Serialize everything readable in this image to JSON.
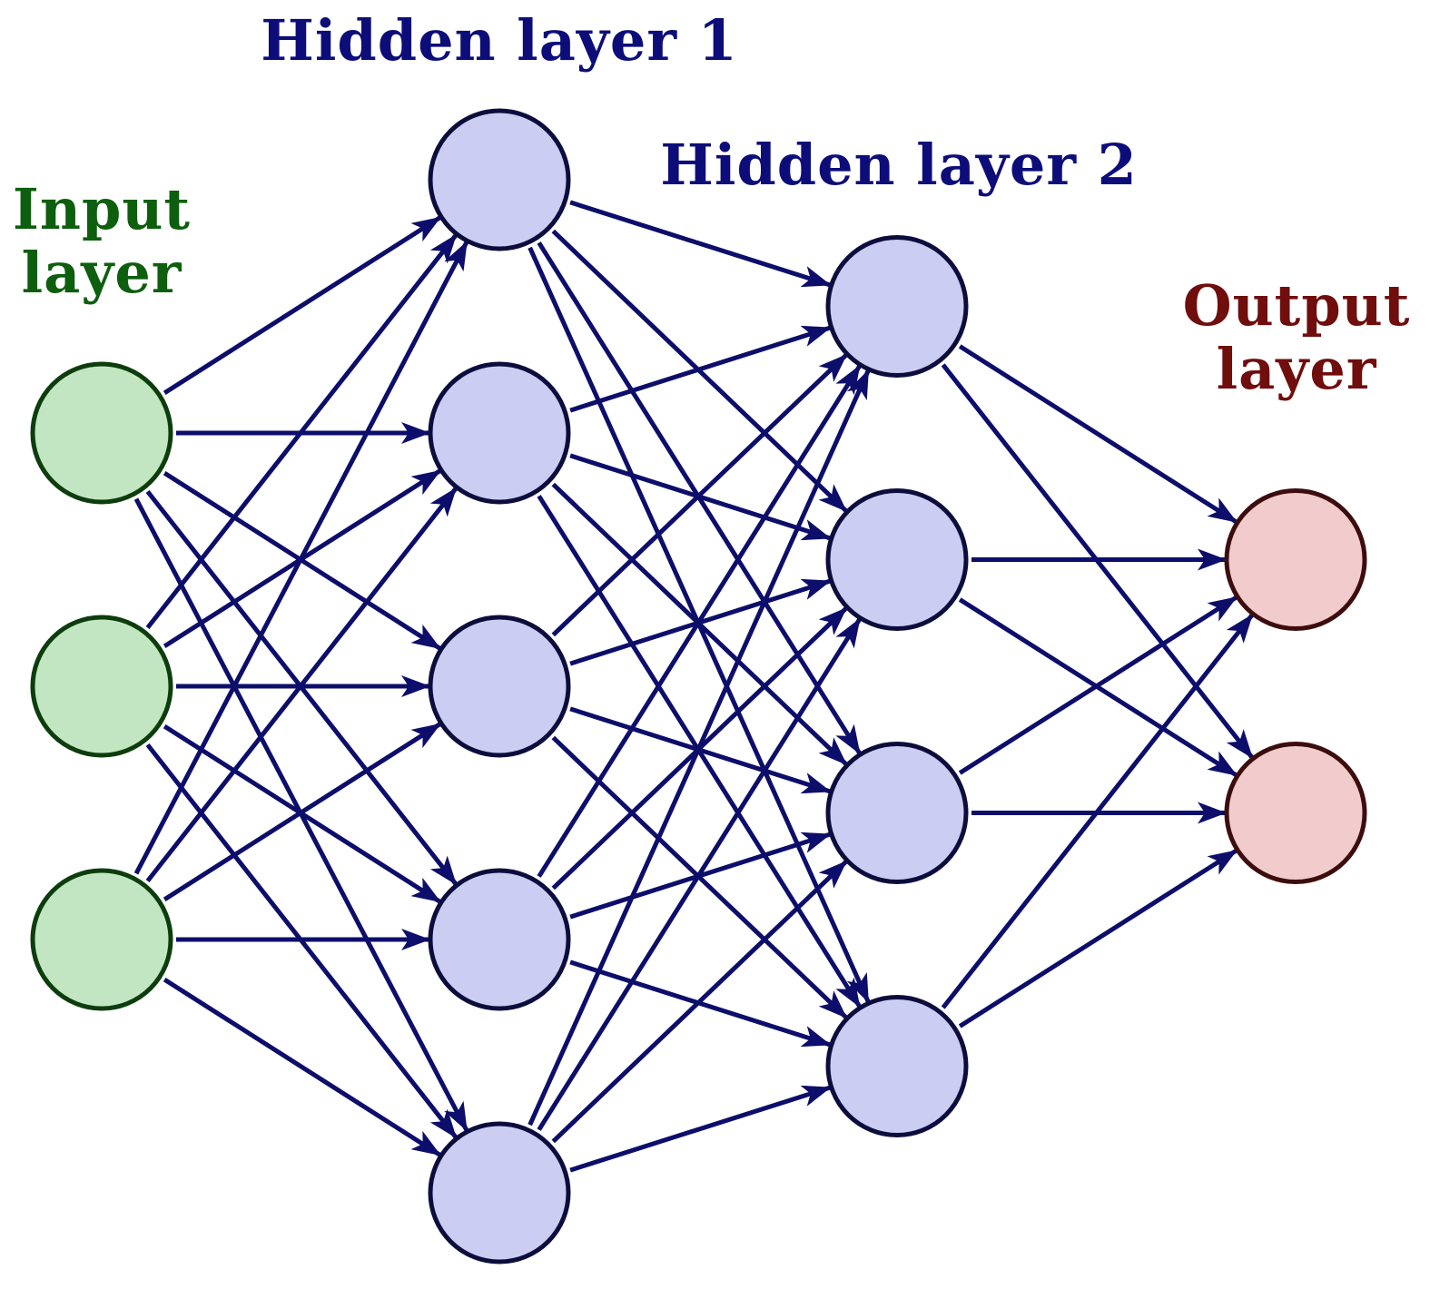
{
  "labels": {
    "input_line1": "Input",
    "input_line2": "layer",
    "hidden1": "Hidden layer 1",
    "hidden2": "Hidden layer 2",
    "output_line1": "Output",
    "output_line2": "layer"
  },
  "colors": {
    "edge": "#0d0d6b",
    "input_fill": "#c2e6c2",
    "input_stroke": "#0d3d0d",
    "hidden_fill": "#cccdf2",
    "hidden_stroke": "#0d0d3d",
    "output_fill": "#f2cccc",
    "output_stroke": "#3d0d0d",
    "input_label": "#0d5e0d",
    "hidden_label": "#0d0d7a",
    "output_label": "#700d0d"
  },
  "network": {
    "layer_sizes": [
      3,
      5,
      4,
      2
    ],
    "connectivity": "fully-connected",
    "direction": "left-to-right"
  }
}
